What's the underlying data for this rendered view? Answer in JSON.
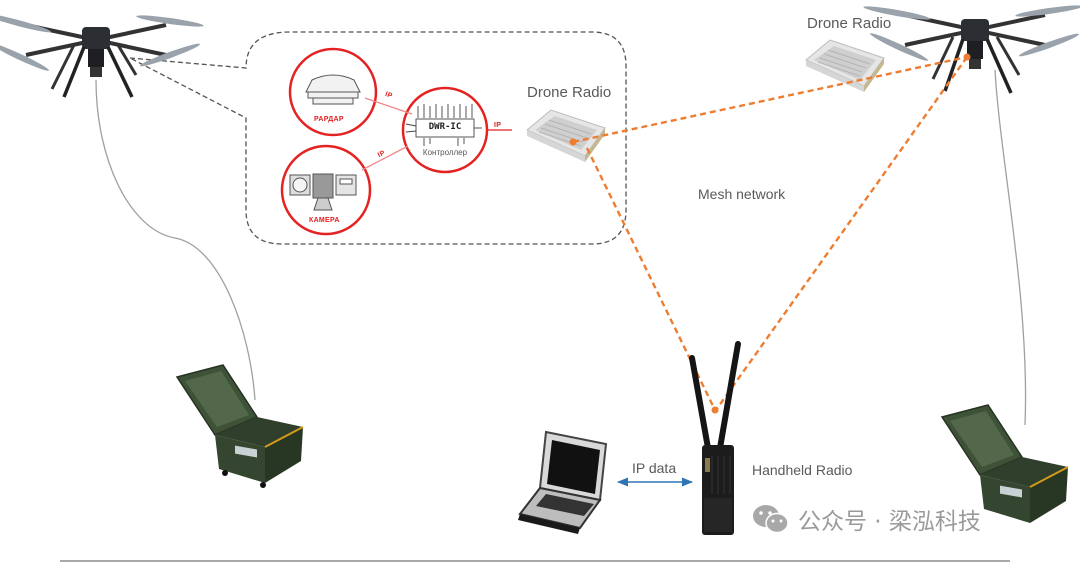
{
  "diagram": {
    "title": "",
    "labels": {
      "drone_radio_left": "Drone Radio",
      "drone_radio_right": "Drone Radio",
      "mesh_network": "Mesh network",
      "ip_data": "IP data",
      "handheld_radio": "Handheld Radio",
      "radar": "РАРДАР",
      "camera": "КАМЕРА",
      "controller_name": "DWR-IC",
      "controller_caption": "Контроллер",
      "ip_radar": "IP",
      "ip_camera": "IP",
      "ip_radio": "IP"
    },
    "nodes": [
      {
        "id": "drone-left",
        "type": "tethered-drone"
      },
      {
        "id": "drone-right",
        "type": "tethered-drone"
      },
      {
        "id": "ground-unit-left",
        "type": "tether-ground-station"
      },
      {
        "id": "ground-unit-right",
        "type": "tether-ground-station"
      },
      {
        "id": "drone-radio-left",
        "type": "radio-module"
      },
      {
        "id": "drone-radio-right",
        "type": "radio-module"
      },
      {
        "id": "handheld-radio",
        "type": "handheld-radio"
      },
      {
        "id": "laptop",
        "type": "rugged-laptop"
      },
      {
        "id": "controller",
        "type": "controller"
      },
      {
        "id": "radar",
        "type": "sensor"
      },
      {
        "id": "camera",
        "type": "sensor"
      }
    ],
    "links": [
      {
        "from": "radar",
        "to": "controller",
        "label": "IP"
      },
      {
        "from": "camera",
        "to": "controller",
        "label": "IP"
      },
      {
        "from": "controller",
        "to": "drone-radio-left",
        "label": "IP"
      },
      {
        "from": "drone-radio-left",
        "to": "drone-right",
        "style": "mesh"
      },
      {
        "from": "drone-radio-left",
        "to": "handheld-radio",
        "style": "mesh"
      },
      {
        "from": "drone-right",
        "to": "handheld-radio",
        "style": "mesh"
      },
      {
        "from": "laptop",
        "to": "handheld-radio",
        "label": "IP data",
        "style": "bidirectional"
      }
    ],
    "colors": {
      "mesh": "#ed7d31",
      "ip_link": "#e52222",
      "ip_data_arrow": "#2e75b6",
      "callout_border": "#555555",
      "text": "#5a5a5a"
    }
  },
  "watermark": {
    "icon": "wechat-icon",
    "text": "公众号 · 梁泓科技"
  }
}
